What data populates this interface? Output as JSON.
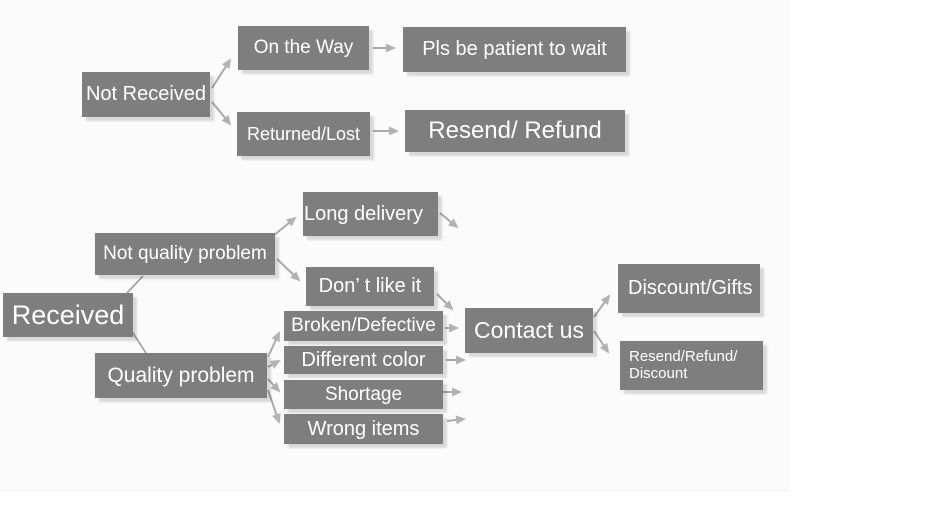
{
  "colors": {
    "background": "#ffffff",
    "panel": "#fbfbfb",
    "box_bg": "#7e7e7e",
    "box_text": "#ffffff",
    "arrow": "#a9a9a9",
    "arrowhead": "#b2b2b2",
    "connector": "#9a9a9a"
  },
  "nodes": {
    "not_received": {
      "label": "Not Received"
    },
    "on_the_way": {
      "label": "On the Way"
    },
    "pls_wait": {
      "label": "Pls be patient to wait"
    },
    "returned_lost": {
      "label": "Returned/Lost"
    },
    "resend_refund": {
      "label": "Resend/ Refund"
    },
    "received": {
      "label": "Received"
    },
    "not_quality": {
      "label": "Not quality problem"
    },
    "long_delivery": {
      "label": "Long delivery"
    },
    "dont_like": {
      "label": "Don’ t like it"
    },
    "quality_problem": {
      "label": "Quality problem"
    },
    "broken": {
      "label": "Broken/Defective"
    },
    "different": {
      "label": "Different color"
    },
    "shortage": {
      "label": "Shortage"
    },
    "wrong": {
      "label": "Wrong items"
    },
    "contact_us": {
      "label": "Contact us"
    },
    "discount_gifts": {
      "label": "Discount/Gifts"
    },
    "rrd": {
      "line1": "Resend/Refund/",
      "line2": "Discount"
    }
  },
  "edges": [
    {
      "from": "not_received",
      "to": "on_the_way"
    },
    {
      "from": "not_received",
      "to": "returned_lost"
    },
    {
      "from": "on_the_way",
      "to": "pls_wait"
    },
    {
      "from": "returned_lost",
      "to": "resend_refund"
    },
    {
      "from": "received",
      "to": "not_quality"
    },
    {
      "from": "received",
      "to": "quality_problem"
    },
    {
      "from": "not_quality",
      "to": "long_delivery"
    },
    {
      "from": "not_quality",
      "to": "dont_like"
    },
    {
      "from": "long_delivery",
      "to": "contact_us"
    },
    {
      "from": "dont_like",
      "to": "contact_us"
    },
    {
      "from": "quality_problem",
      "to": "broken"
    },
    {
      "from": "quality_problem",
      "to": "different"
    },
    {
      "from": "quality_problem",
      "to": "shortage"
    },
    {
      "from": "quality_problem",
      "to": "wrong"
    },
    {
      "from": "broken",
      "to": "contact_us"
    },
    {
      "from": "different",
      "to": "contact_us"
    },
    {
      "from": "shortage",
      "to": "contact_us"
    },
    {
      "from": "wrong",
      "to": "contact_us"
    },
    {
      "from": "contact_us",
      "to": "discount_gifts"
    },
    {
      "from": "contact_us",
      "to": "rrd"
    }
  ]
}
